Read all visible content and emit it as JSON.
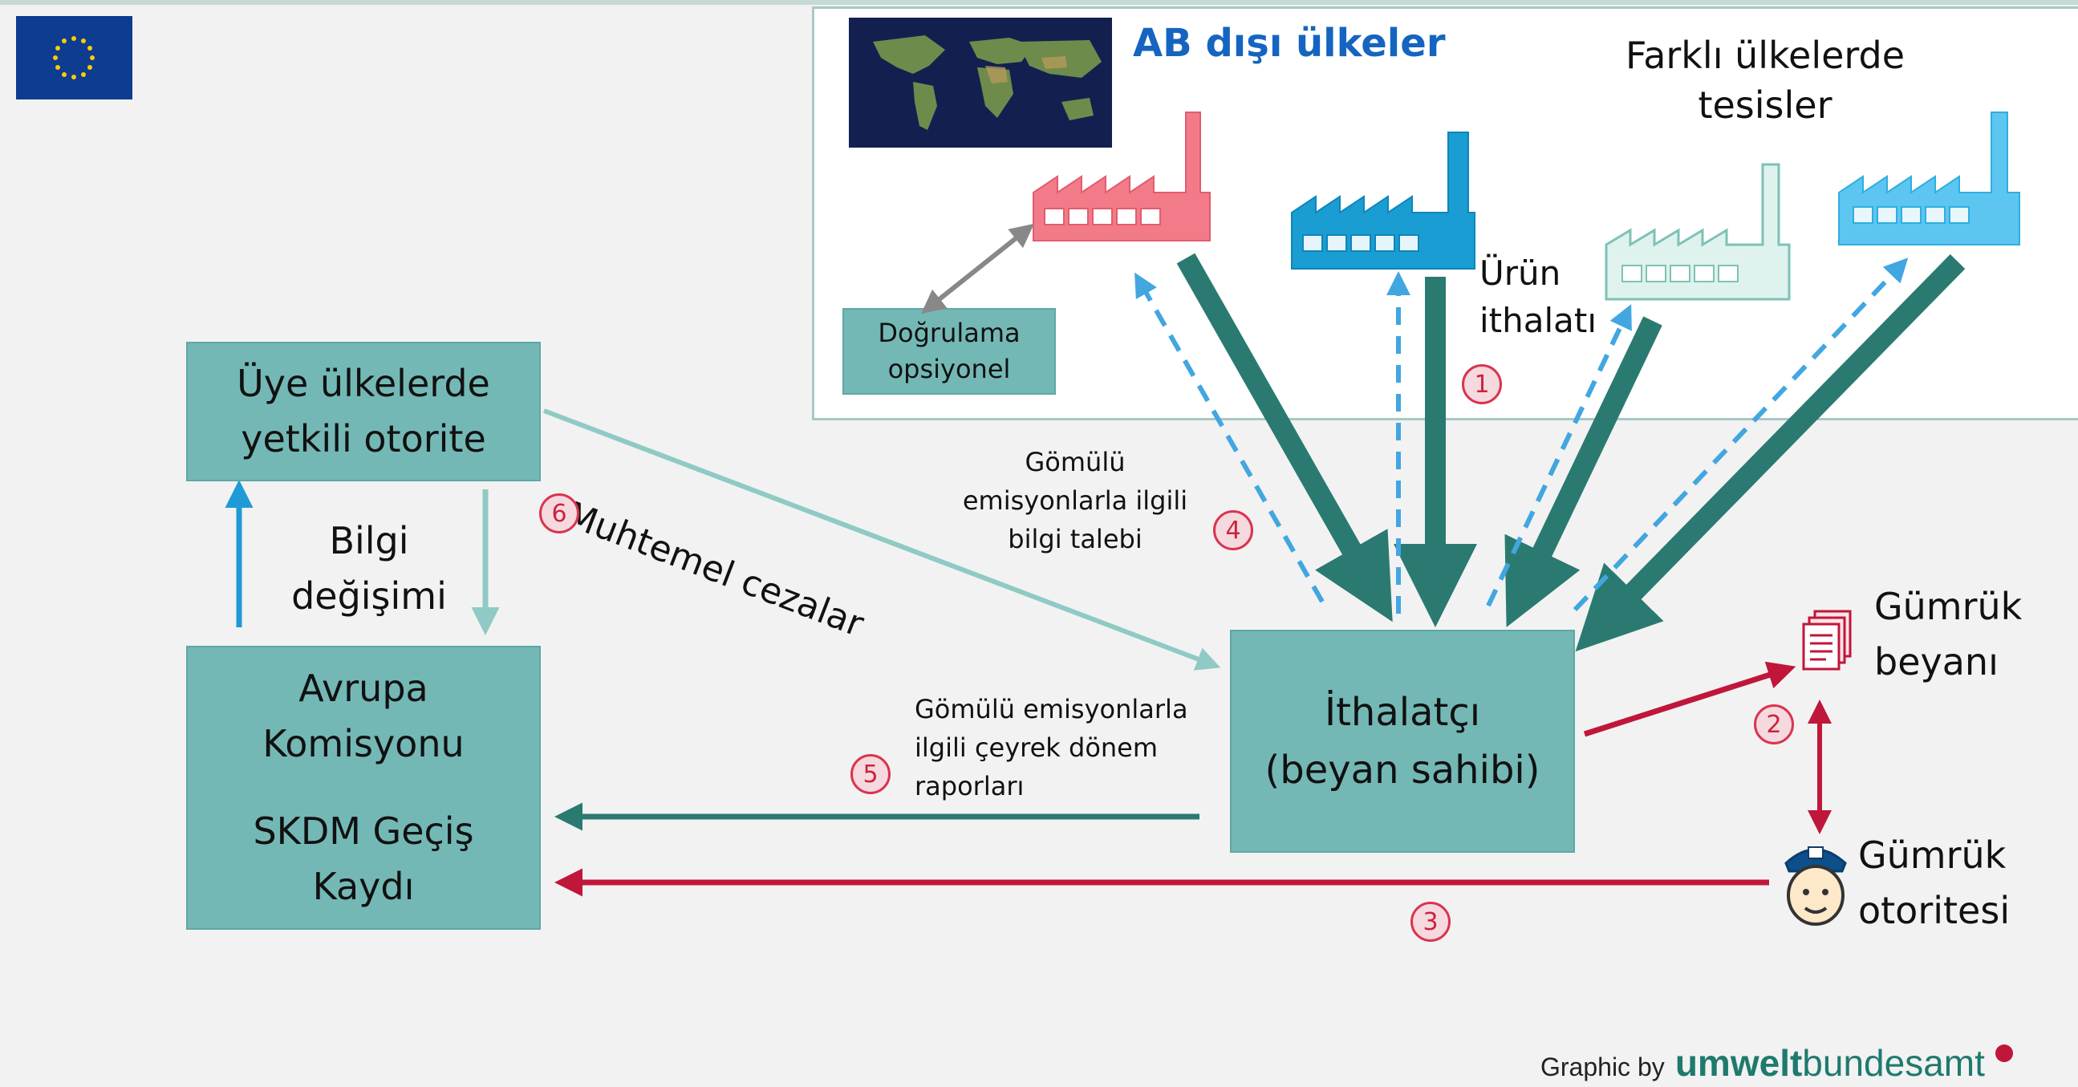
{
  "colors": {
    "teal_box": "#74b8b6",
    "teal_dark": "#2a7a71",
    "red": "#c0163a",
    "blue_title": "#1565c0",
    "pink_badge": "#d9344f",
    "dashed_blue": "#42a6e0"
  },
  "top_panel": {
    "title": "AB dışı ülkeler",
    "facilities_line1": "Farklı ülkelerde",
    "facilities_line2": "tesisler",
    "product_import_line1": "Ürün",
    "product_import_line2": "ithalatı",
    "verification_line1": "Doğrulama",
    "verification_line2": "opsiyonel"
  },
  "boxes": {
    "member_line1": "Üye ülkelerde",
    "member_line2": "yetkili otorite",
    "commission_line1": "Avrupa",
    "commission_line2": "Komisyonu",
    "commission_line3": "SKDM Geçiş",
    "commission_line4": "Kaydı",
    "importer_line1": "İthalatçı",
    "importer_line2": "(beyan sahibi)"
  },
  "labels": {
    "info_exchange_line1": "Bilgi",
    "info_exchange_line2": "değişimi",
    "penalties": "Muhtemel cezalar",
    "info_request_line1": "Gömülü",
    "info_request_line2": "emisyonlarla ilgili",
    "info_request_line3": "bilgi talebi",
    "quarterly_line1": "Gömülü emisyonlarla",
    "quarterly_line2": "ilgili çeyrek dönem",
    "quarterly_line3": "raporları",
    "customs_decl_line1": "Gümrük",
    "customs_decl_line2": "beyanı",
    "customs_auth_line1": "Gümrük",
    "customs_auth_line2": "otoritesi"
  },
  "badges": [
    "1",
    "2",
    "3",
    "4",
    "5",
    "6"
  ],
  "icons": [
    "eu-flag-icon",
    "world-map-icon",
    "factory-icon",
    "documents-icon",
    "customs-officer-icon"
  ],
  "credit": {
    "prefix": "Graphic by",
    "brand_bold": "umwelt",
    "brand_light": "bundesamt"
  }
}
